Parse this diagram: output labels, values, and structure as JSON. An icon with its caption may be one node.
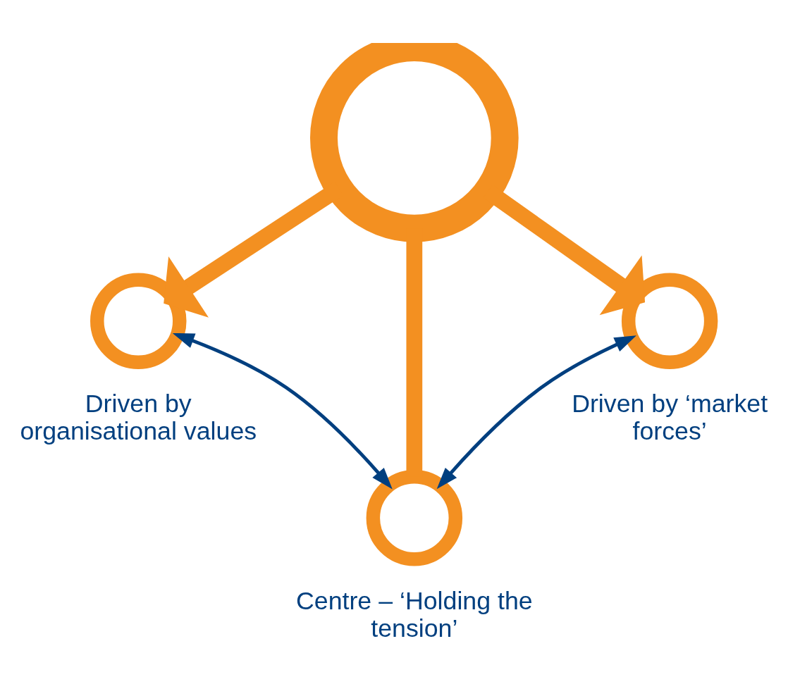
{
  "diagram": {
    "nodes": [
      {
        "text": [],
        "shape": "circle"
      },
      {
        "text": [],
        "shape": "circle",
        "beside": [
          "Driven by organisational values"
        ]
      },
      {
        "text": [],
        "shape": "circle",
        "beside": [
          "Centre – ‘Holding the tension’"
        ]
      },
      {
        "text": [],
        "shape": "circle",
        "beside": [
          "Driven by ‘market forces’"
        ]
      }
    ],
    "edges": [
      {
        "from": 0,
        "to": 1,
        "arrow": "to"
      },
      {
        "from": 0,
        "to": 2,
        "arrow": "none"
      },
      {
        "from": 0,
        "to": 3,
        "arrow": "to"
      },
      {
        "from": 1,
        "to": 2,
        "arrow": "both",
        "color": "#003f7f"
      },
      {
        "from": 2,
        "to": 3,
        "arrow": "both",
        "color": "#003f7f"
      }
    ]
  }
}
